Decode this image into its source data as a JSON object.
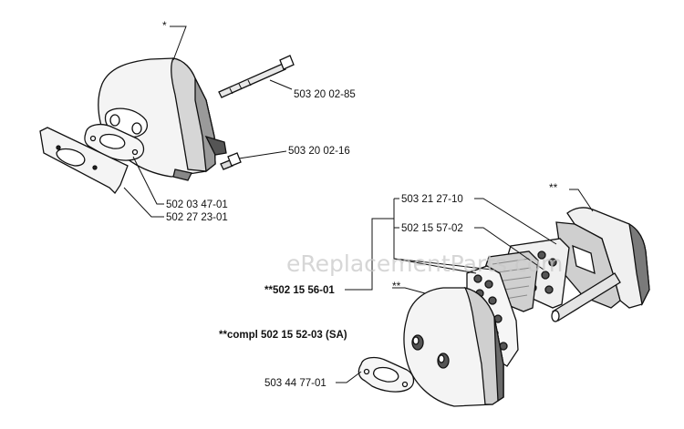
{
  "watermark": "eReplacementParts.com",
  "parts": {
    "bolt_long": "503 20 02-85",
    "screw_small": "503 20 02-16",
    "gasket_a": "502 03 47-01",
    "heat_shield": "502 27 23-01",
    "part_right_top": "503 21 27-10",
    "screen": "502 15 57-02",
    "assembly": "**502 15 56-01",
    "complete": "**compl 502 15 52-03 (SA)",
    "gasket_b": "503 44 77-01"
  },
  "markers": {
    "single": "*",
    "double_right": "**",
    "double_left": "**"
  },
  "colors": {
    "line": "#111111",
    "fill_light": "#f2f2f2",
    "fill_shade": "#c8c8c8",
    "fill_dark": "#6a6a6a"
  }
}
